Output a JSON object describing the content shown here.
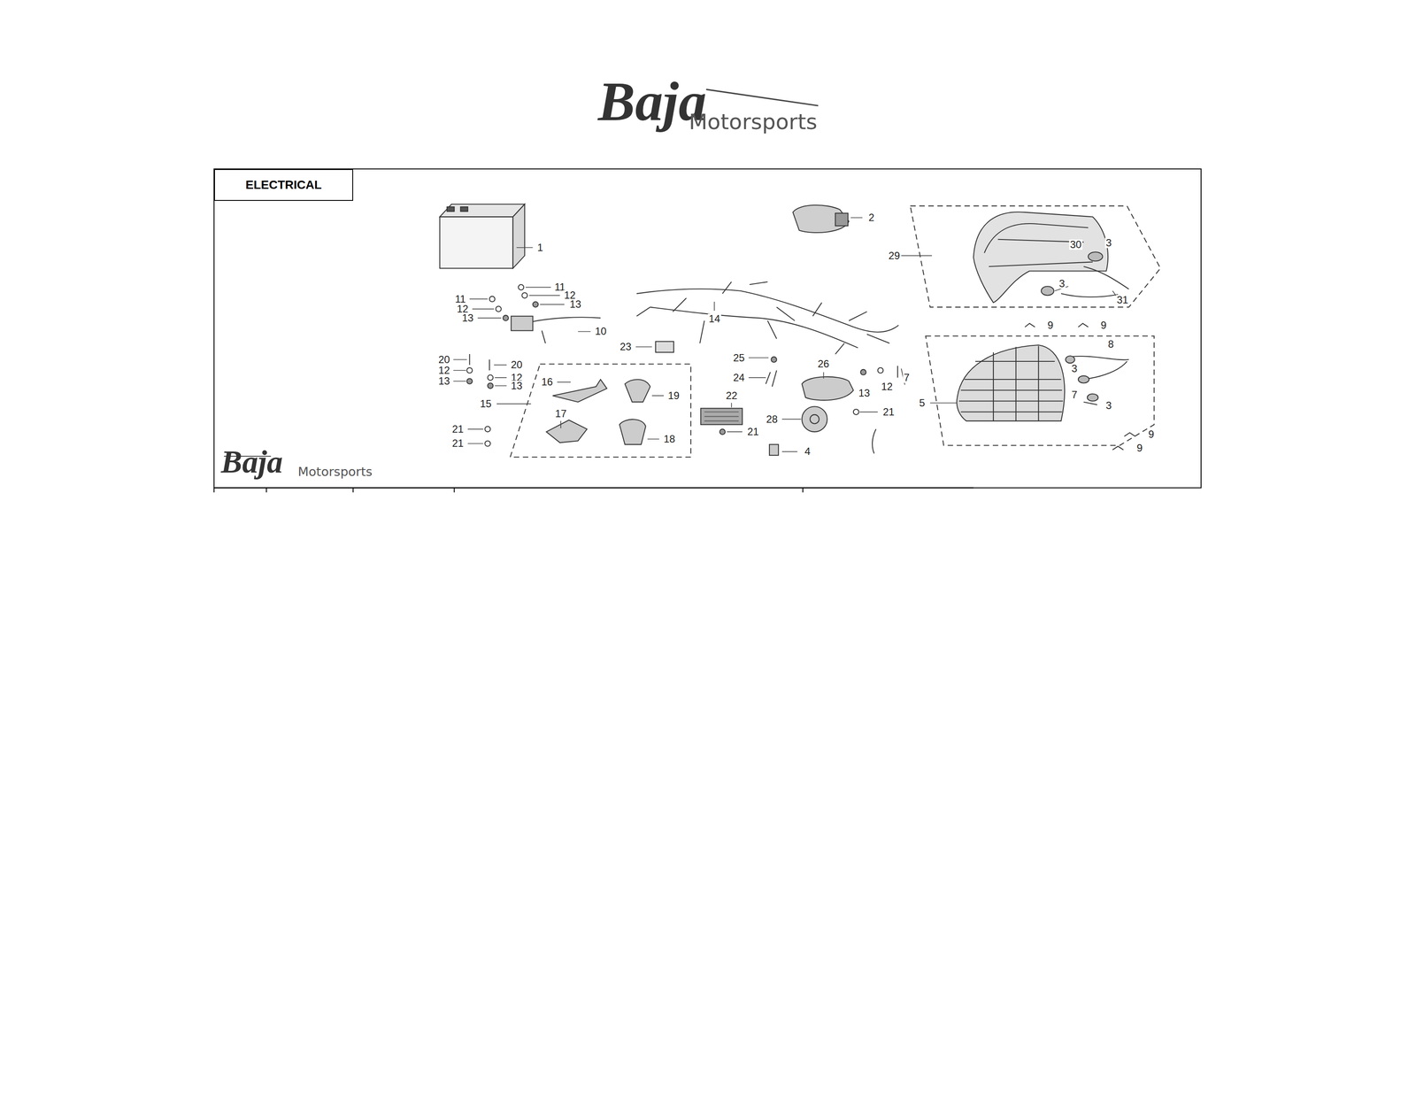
{
  "diagram": {
    "nodes": [
      {
        "text": [
          "ELECTRICAL"
        ]
      }
    ],
    "labels": [
      "Baja",
      "Motorsports",
      "1",
      "2",
      "30",
      "3",
      "29",
      "3",
      "11",
      "12",
      "11",
      "31",
      "13",
      "12",
      "13",
      "14",
      "9",
      "9",
      "10",
      "8",
      "23",
      "25",
      "20",
      "20",
      "26",
      "3",
      "12",
      "12",
      "24",
      "7",
      "13",
      "16",
      "13",
      "12",
      "13",
      "7",
      "19",
      "22",
      "5",
      "15",
      "3",
      "21",
      "17",
      "28",
      "21",
      "21",
      "9",
      "18",
      "21",
      "9",
      "4",
      "Baja",
      "Motorsports"
    ]
  }
}
